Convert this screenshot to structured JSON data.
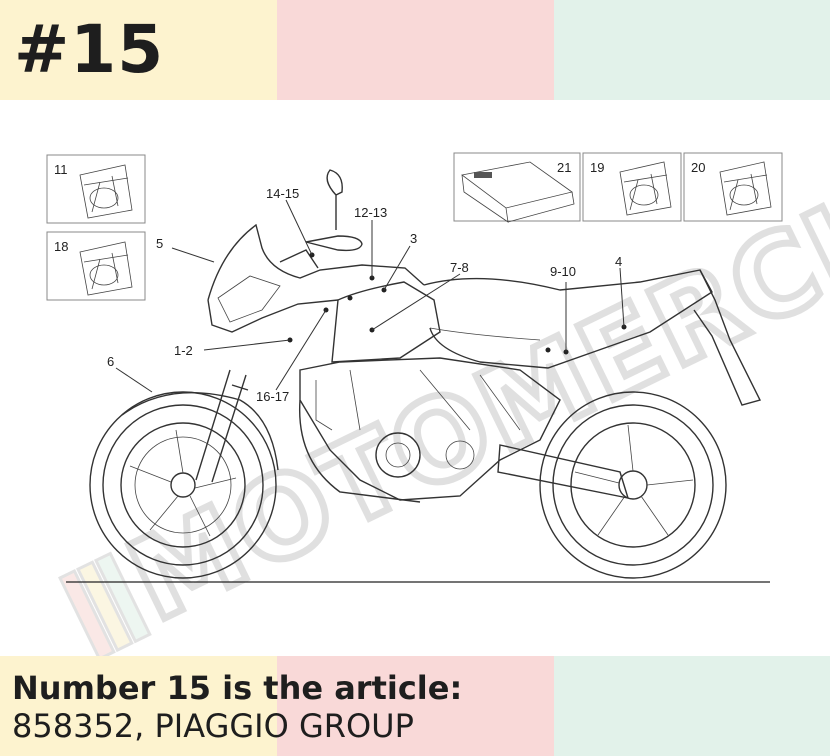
{
  "header": {
    "number": "#15"
  },
  "footer": {
    "line1": "Number 15 is the article:",
    "line2": "858352, PIAGGIO GROUP"
  },
  "watermark": {
    "text": "MOTOMERCIA"
  },
  "colors": {
    "yellow": "#fdf3cf",
    "pink": "#f9d9d8",
    "mint": "#e2f2ea",
    "text": "#1e1e1e"
  },
  "diagram": {
    "callouts": [
      "14-15",
      "12-13",
      "3",
      "5",
      "7-8",
      "9-10",
      "4",
      "1-2",
      "6",
      "16-17"
    ],
    "kit_boxes": [
      "11",
      "18",
      "21",
      "19",
      "20"
    ]
  }
}
